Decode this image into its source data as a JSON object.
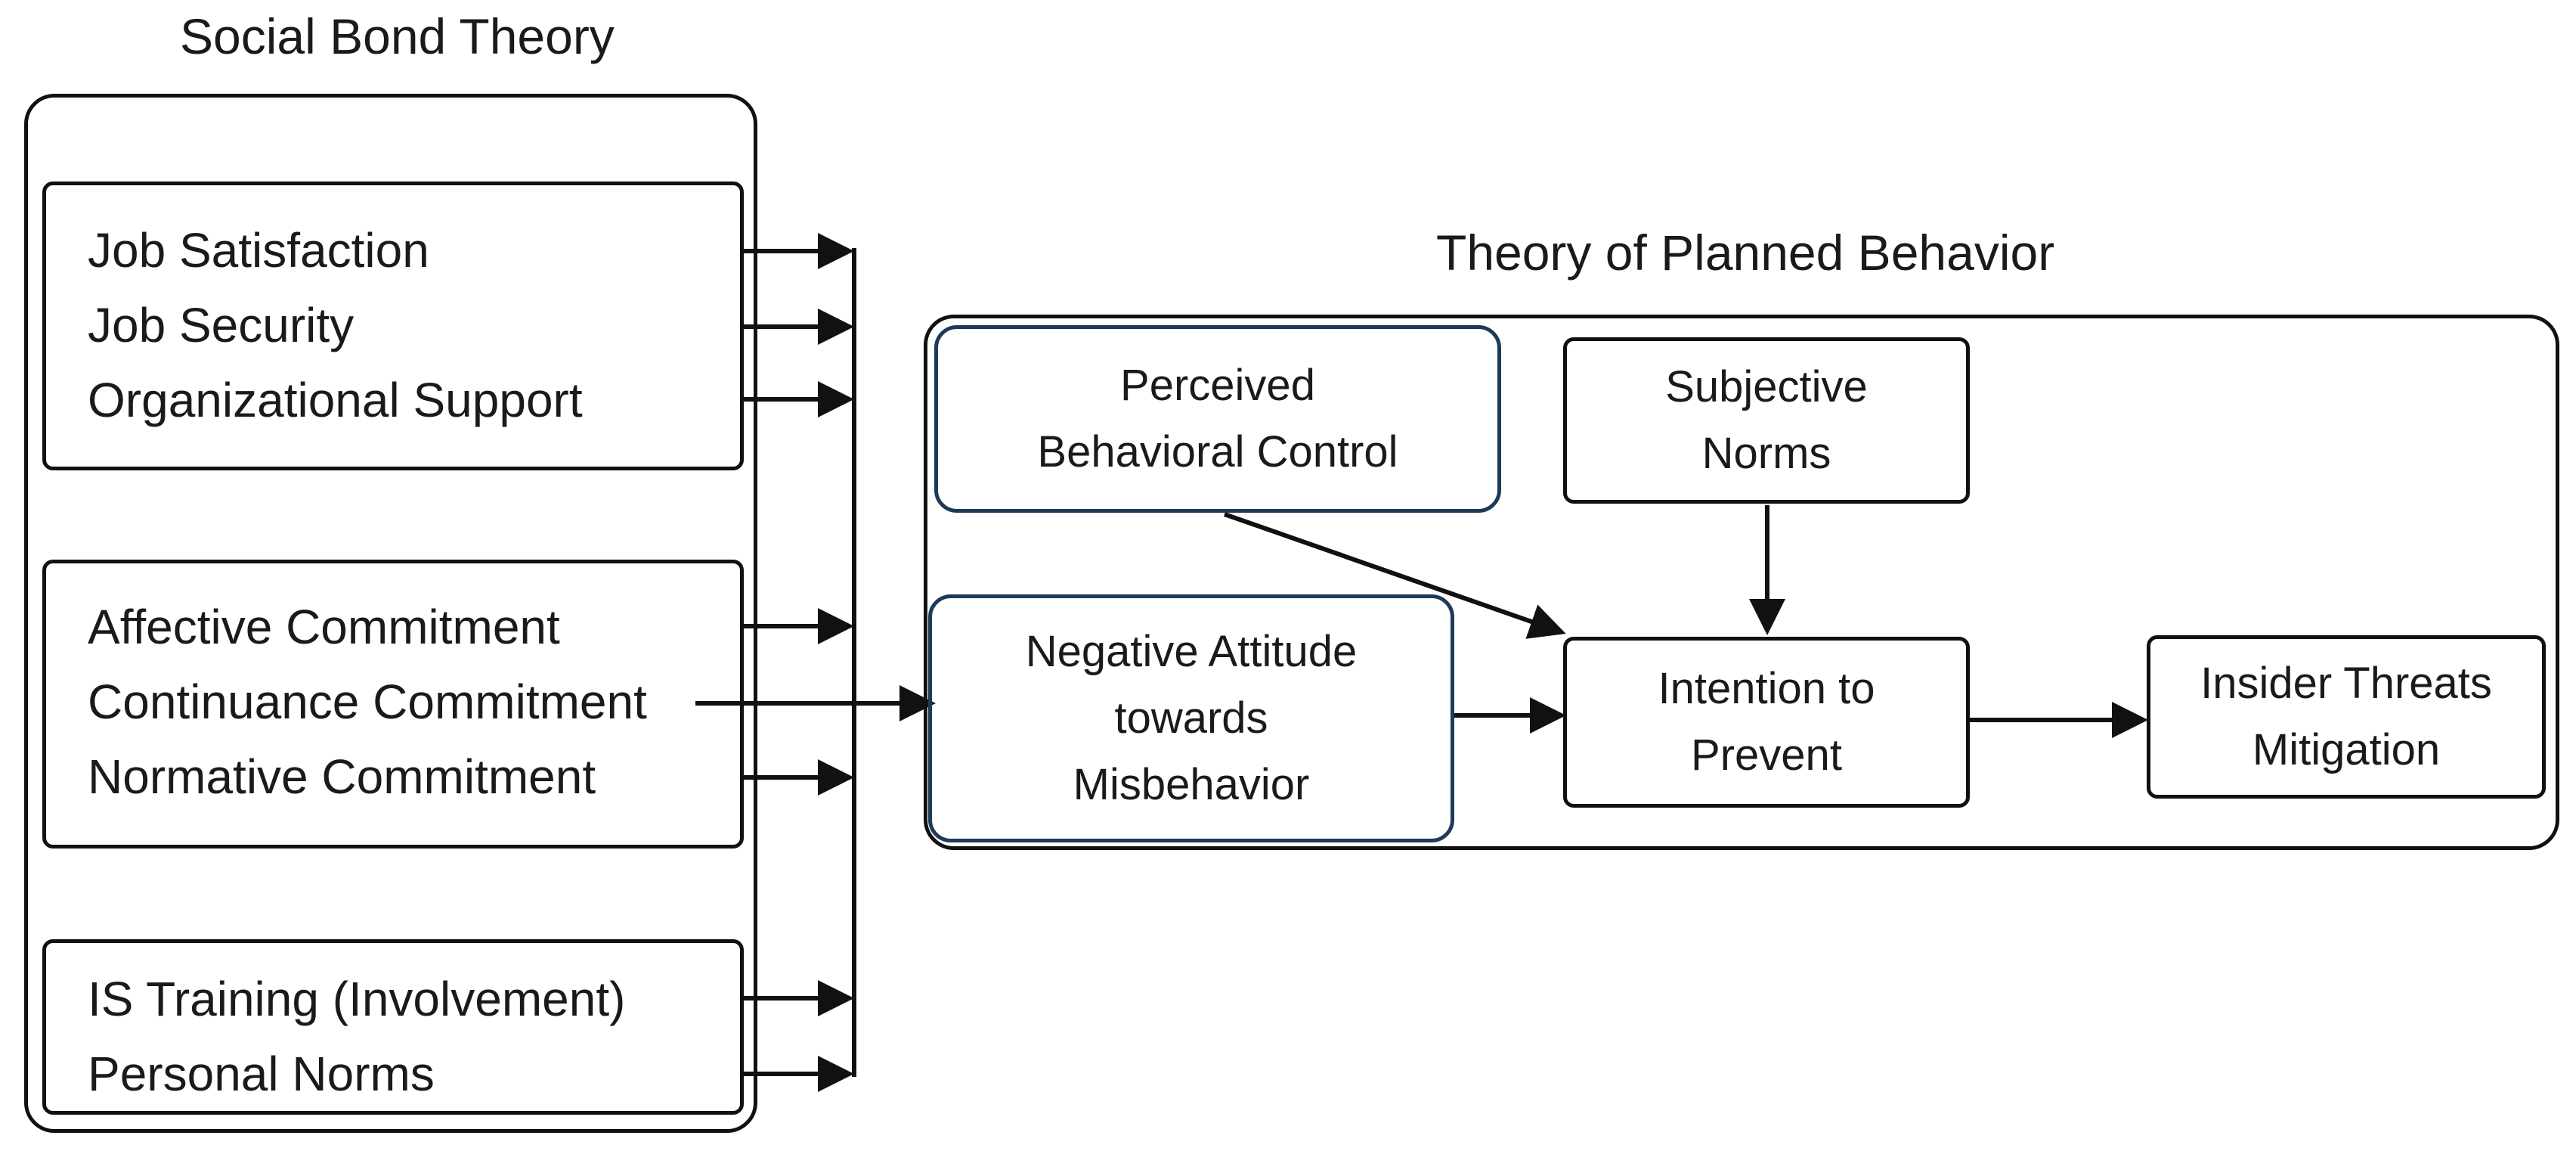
{
  "titles": {
    "social_bond": "Social Bond Theory",
    "planned_behavior": "Theory of Planned Behavior"
  },
  "social_bond_groups": [
    {
      "items": [
        "Job Satisfaction",
        "Job Security",
        "Organizational Support"
      ]
    },
    {
      "items": [
        "Affective Commitment",
        "Continuance Commitment",
        "Normative Commitment"
      ]
    },
    {
      "items": [
        "IS Training (Involvement)",
        "Personal Norms"
      ]
    }
  ],
  "tpb_nodes": {
    "pbc": [
      "Perceived",
      "Behavioral Control"
    ],
    "norms": [
      "Subjective",
      "Norms"
    ],
    "attitude": [
      "Negative Attitude",
      "towards",
      "Misbehavior"
    ],
    "intention": [
      "Intention to",
      "Prevent"
    ],
    "outcome": [
      "Insider Threats",
      "Mitigation"
    ]
  },
  "colors": {
    "line": "#111111",
    "node_border_blue": "#1f3a56"
  }
}
